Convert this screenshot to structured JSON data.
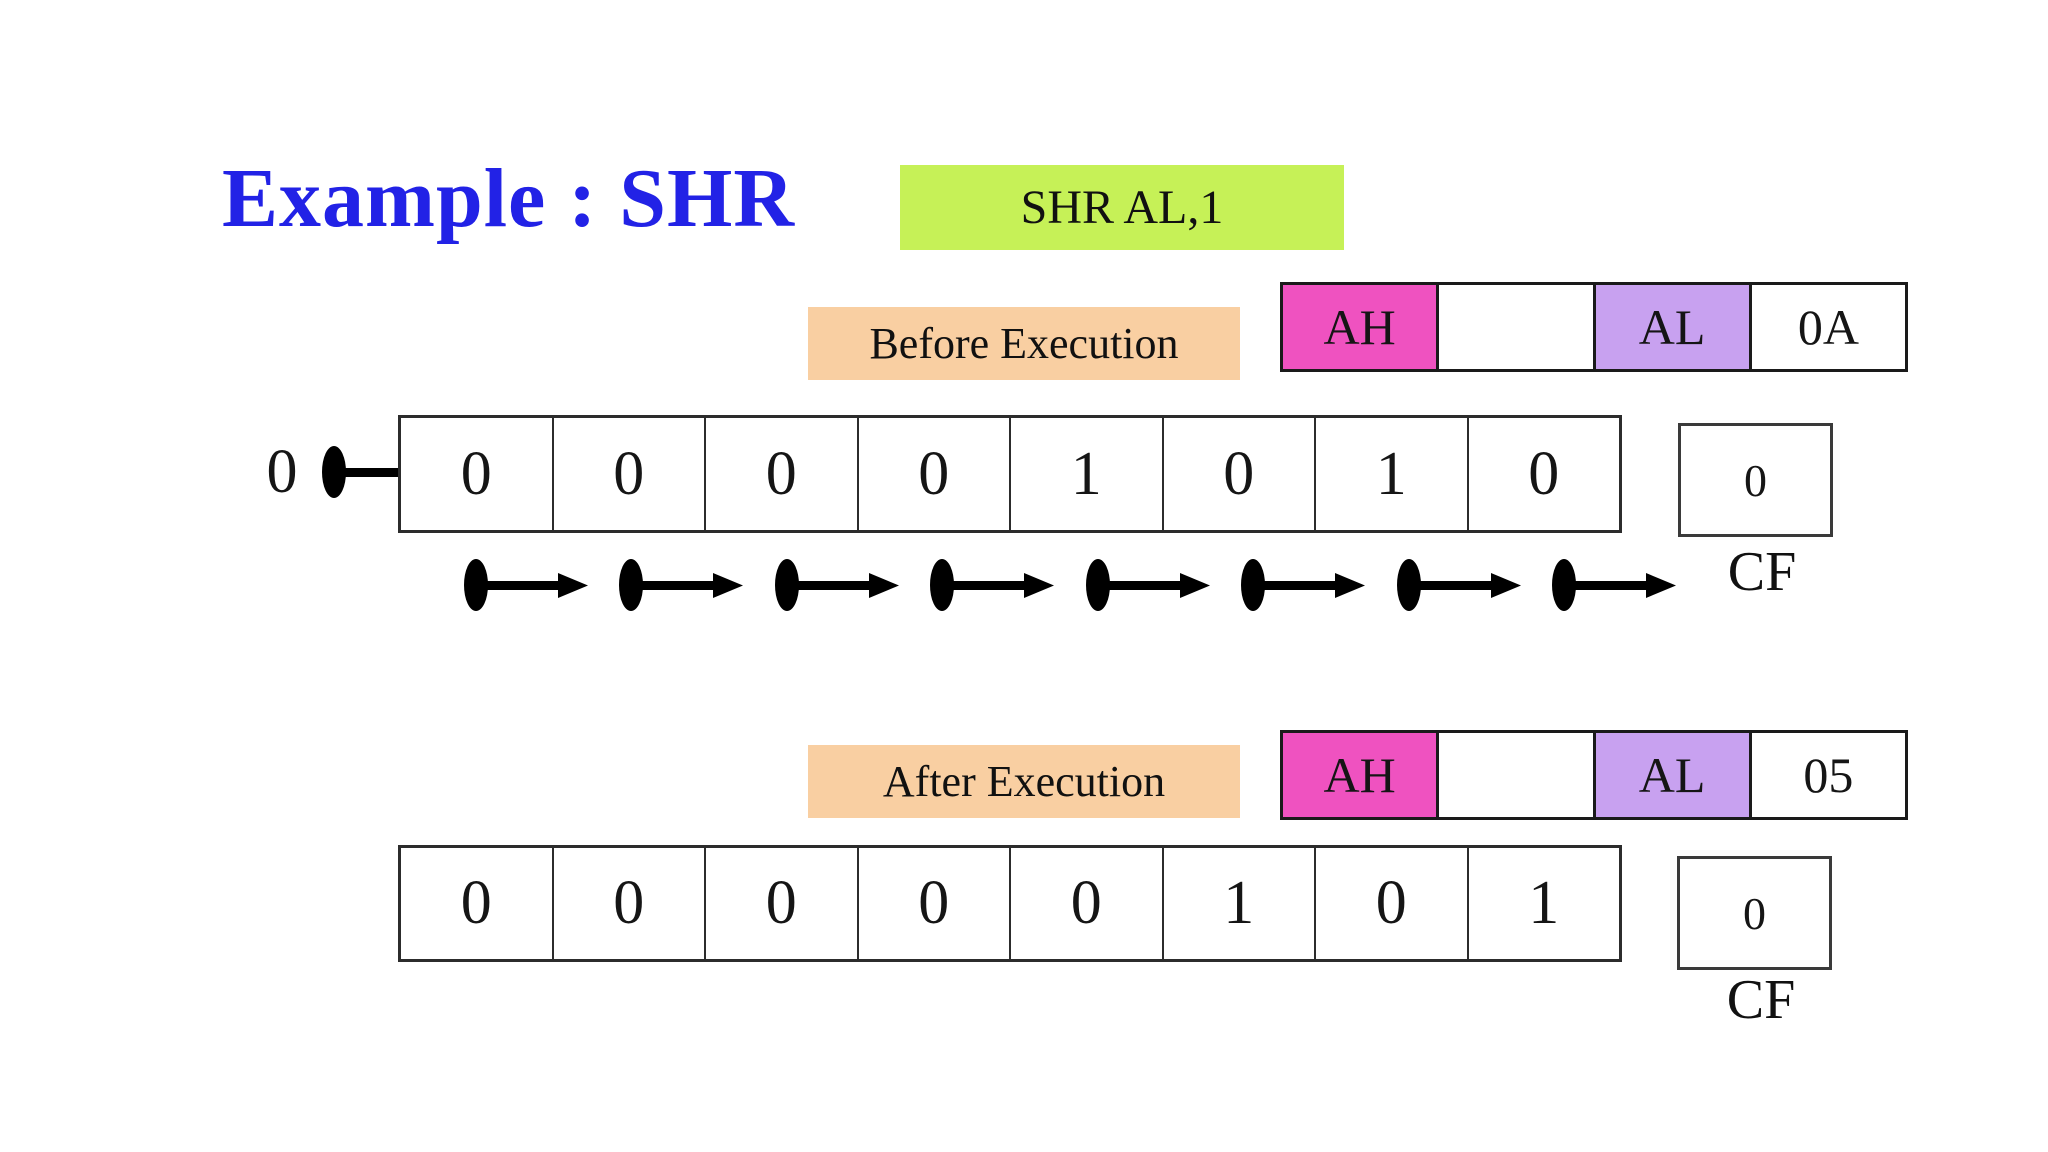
{
  "title": "Example : SHR",
  "instruction": "SHR AL,1",
  "colors": {
    "title_blue": "#2222e6",
    "instruction_green": "#c6f157",
    "section_orange": "#f9cfa2",
    "ah_pink": "#ef52c0",
    "al_purple": "#c8a1f0",
    "text_black": "#151515",
    "background": "#ffffff"
  },
  "before": {
    "label": "Before Execution",
    "register": {
      "ah_label": "AH",
      "blank": "",
      "al_label": "AL",
      "value": "0A"
    },
    "carry_in": "0",
    "bits": [
      "0",
      "0",
      "0",
      "0",
      "1",
      "0",
      "1",
      "0"
    ],
    "cf": {
      "value": "0",
      "label": "CF"
    }
  },
  "after": {
    "label": "After Execution",
    "register": {
      "ah_label": "AH",
      "blank": "",
      "al_label": "AL",
      "value": "05"
    },
    "bits": [
      "0",
      "0",
      "0",
      "0",
      "0",
      "1",
      "0",
      "1"
    ],
    "cf": {
      "value": "0",
      "label": "CF"
    }
  }
}
